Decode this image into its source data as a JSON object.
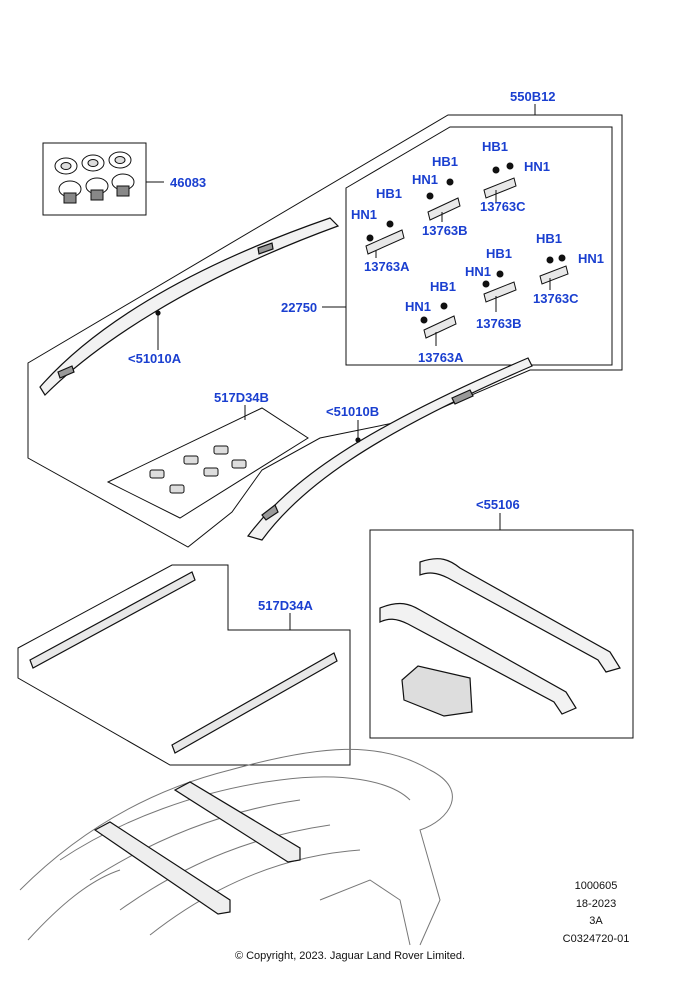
{
  "callouts": {
    "c_550B12": "550B12",
    "c_46083": "46083",
    "c_22750": "22750",
    "c_51010A": "<51010A",
    "c_51010B": "<51010B",
    "c_517D34B": "517D34B",
    "c_517D34A": "517D34A",
    "c_55106": "<55106",
    "hb1": "HB1",
    "hn1": "HN1",
    "c_13763A": "13763A",
    "c_13763B": "13763B",
    "c_13763C": "13763C"
  },
  "meta": {
    "ref_number": "1000605",
    "date_code": "18-2023",
    "revision": "3A",
    "illustration_id": "C0324720-01"
  },
  "copyright": "© Copyright, 2023. Jaguar Land Rover Limited."
}
